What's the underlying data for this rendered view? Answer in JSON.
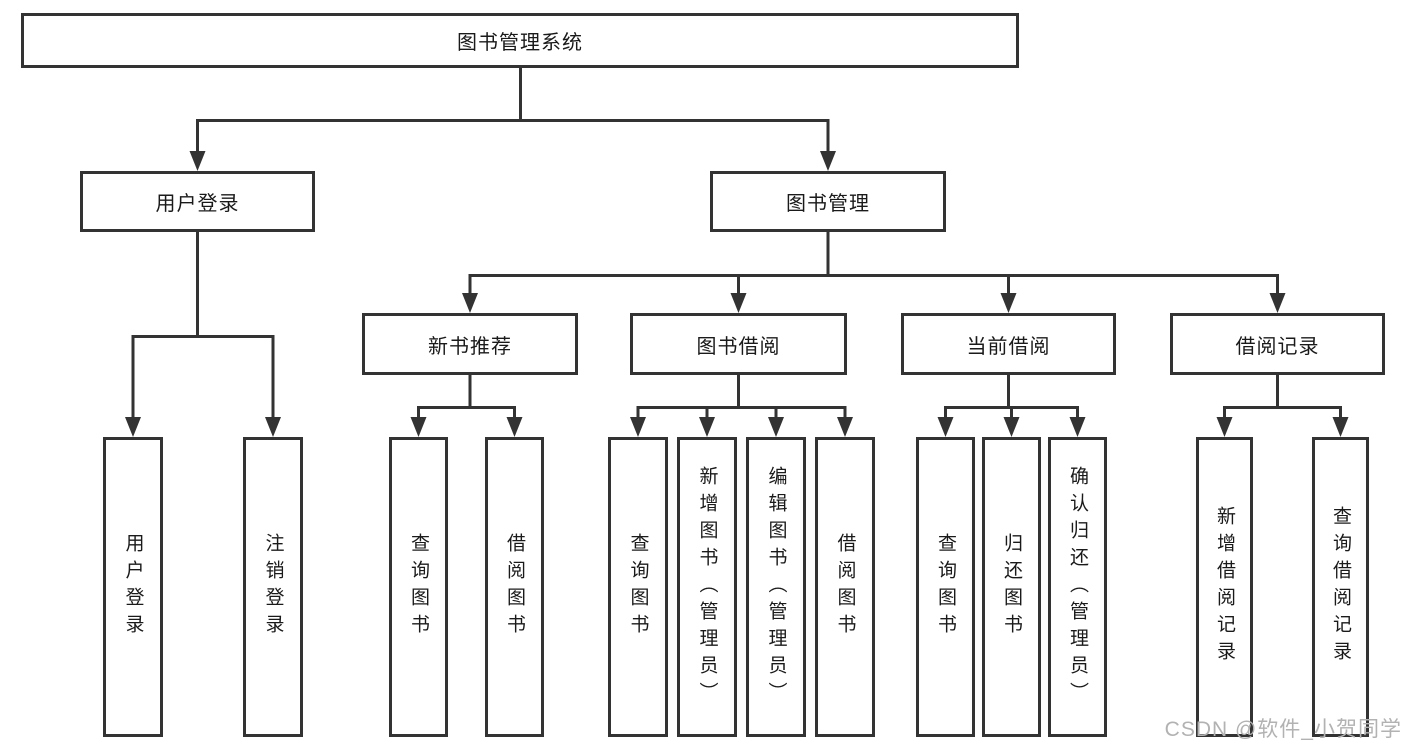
{
  "chart": {
    "type": "tree-diagram",
    "root": {
      "label": "图书管理系统"
    },
    "branches": [
      {
        "label": "用户登录",
        "children": [
          {
            "label": "用户登录"
          },
          {
            "label": "注销登录"
          }
        ]
      },
      {
        "label": "图书管理",
        "children": [
          {
            "label": "新书推荐",
            "children": [
              {
                "label": "查询图书"
              },
              {
                "label": "借阅图书"
              }
            ]
          },
          {
            "label": "图书借阅",
            "children": [
              {
                "label": "查询图书"
              },
              {
                "label": "新增图书（管理员）"
              },
              {
                "label": "编辑图书（管理员）"
              },
              {
                "label": "借阅图书"
              }
            ]
          },
          {
            "label": "当前借阅",
            "children": [
              {
                "label": "查询图书"
              },
              {
                "label": "归还图书"
              },
              {
                "label": "确认归还（管理员）"
              }
            ]
          },
          {
            "label": "借阅记录",
            "children": [
              {
                "label": "新增借阅记录"
              },
              {
                "label": "查询借阅记录"
              }
            ]
          }
        ]
      }
    ]
  },
  "watermark": {
    "text": "CSDN @软件_小贺同学",
    "color": "#b2b2b2"
  },
  "colors": {
    "line": "#333333",
    "text": "#1a1a1a",
    "background": "#ffffff"
  }
}
